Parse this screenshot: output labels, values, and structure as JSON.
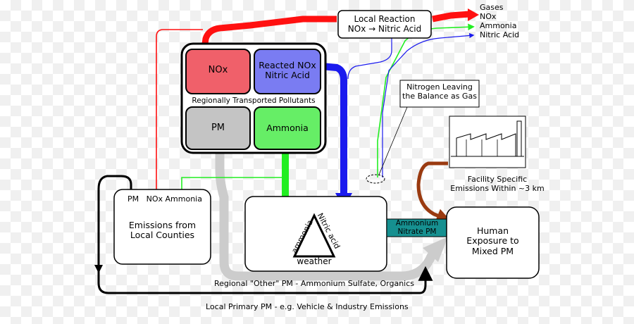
{
  "labels": {
    "local_reaction_line1": "Local Reaction",
    "local_reaction_line2": "NOx → Nitric Acid",
    "out_gases": "Gases",
    "out_nox": "NOx",
    "out_ammonia": "Ammonia",
    "out_nitric_acid": "Nitric Acid",
    "nox": "NOx",
    "reacted_line1": "Reacted NOx",
    "reacted_line2": "Nitric Acid",
    "regional_pollutants": "Regionally Transported Pollutants",
    "pm": "PM",
    "ammonia": "Ammonia",
    "nitrogen_leaving_line1": "Nitrogen Leaving",
    "nitrogen_leaving_line2": "the Balance as Gas",
    "facility_line1": "Facility Specific",
    "facility_line2": "Emissions Within ~3 km",
    "local_emissions_header": "PM   NOx Ammonia",
    "emissions_line1": "Emissions from",
    "emissions_line2": "Local Counties",
    "triangle_left": "ammonia",
    "triangle_right": "Nitric acid",
    "triangle_bottom": "weather",
    "ammonium_line1": "Ammonium",
    "ammonium_line2": "Nitrate PM",
    "human_line1": "Human",
    "human_line2": "Exposure to",
    "human_line3": "Mixed PM",
    "regional_other": "Regional \"Other\" PM - Ammonium Sulfate, Organics",
    "local_primary": "Local Primary PM - e.g. Vehicle & Industry Emissions"
  },
  "colors": {
    "nox_box": "#f0606a",
    "reacted_box": "#7a7cf2",
    "pm_box": "#c4c4c4",
    "ammonia_box": "#66ee66",
    "red_arrow": "#ff1010",
    "blue_arrow": "#1a1aee",
    "green_arrow": "#22ee22",
    "gray_arrow": "#cccccc",
    "teal_box": "#169090",
    "brown_arrow": "#9a3a10"
  }
}
